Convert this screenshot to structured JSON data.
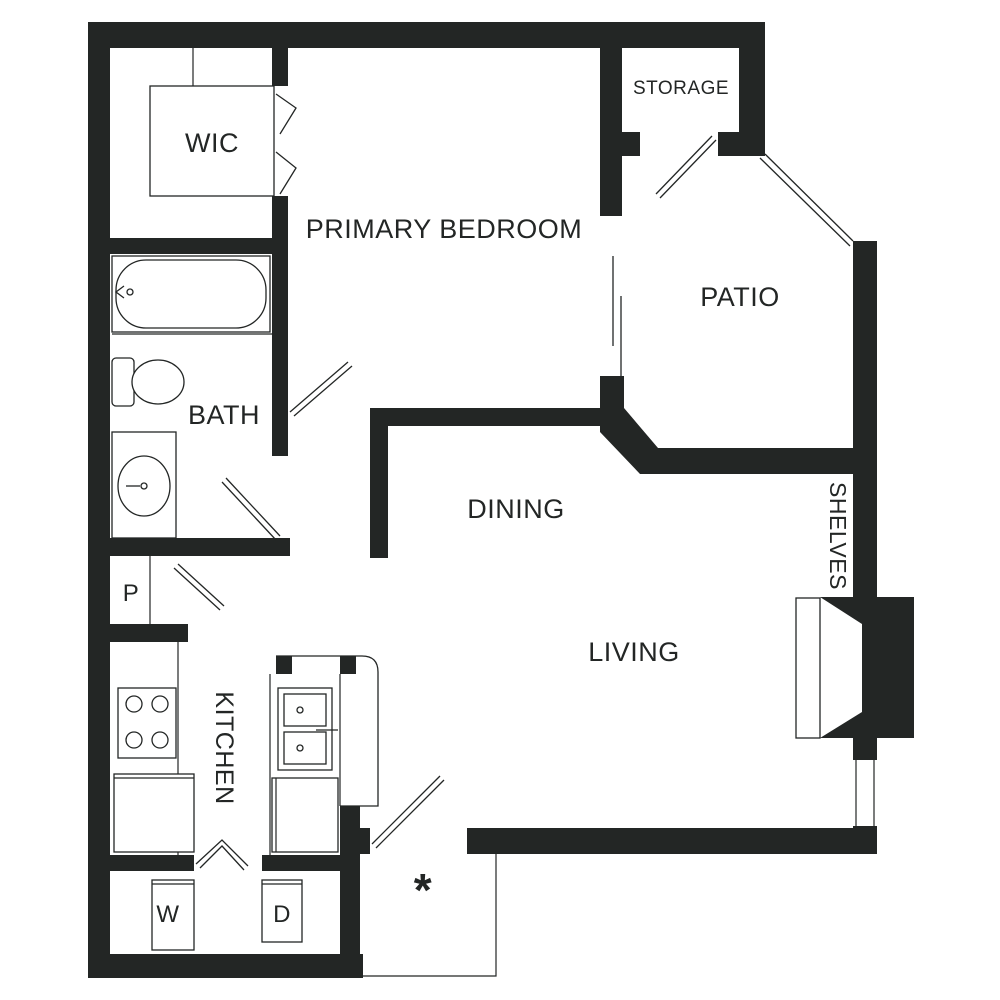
{
  "rooms": {
    "wic": "WIC",
    "storage": "STORAGE",
    "primary_bedroom": "PRIMARY BEDROOM",
    "patio": "PATIO",
    "bath": "BATH",
    "dining": "DINING",
    "shelves": "SHELVES",
    "pantry": "P",
    "living": "LIVING",
    "kitchen": "KITCHEN",
    "washer": "W",
    "dryer": "D",
    "entry_marker": "*"
  },
  "colors": {
    "wall": "#232625",
    "background": "#ffffff"
  },
  "icons": [
    "tub-icon",
    "toilet-icon",
    "sink-icon",
    "stove-icon",
    "double-sink-icon",
    "fireplace-icon"
  ]
}
